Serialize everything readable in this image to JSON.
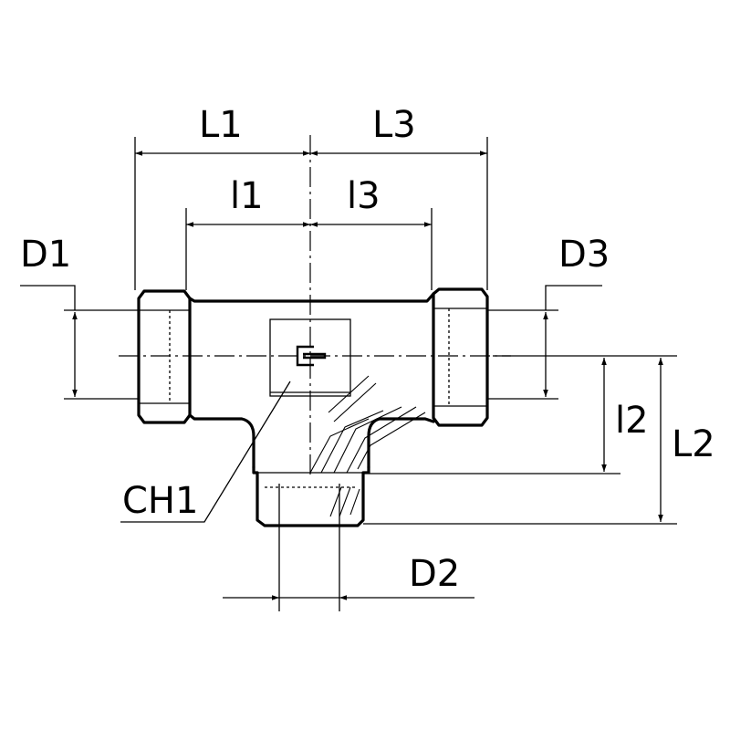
{
  "labels": {
    "L1": "L1",
    "L3": "L3",
    "l1": "l1",
    "l3": "l3",
    "D1": "D1",
    "D3": "D3",
    "l2": "l2",
    "L2": "L2",
    "CH1": "CH1",
    "D2": "D2"
  }
}
